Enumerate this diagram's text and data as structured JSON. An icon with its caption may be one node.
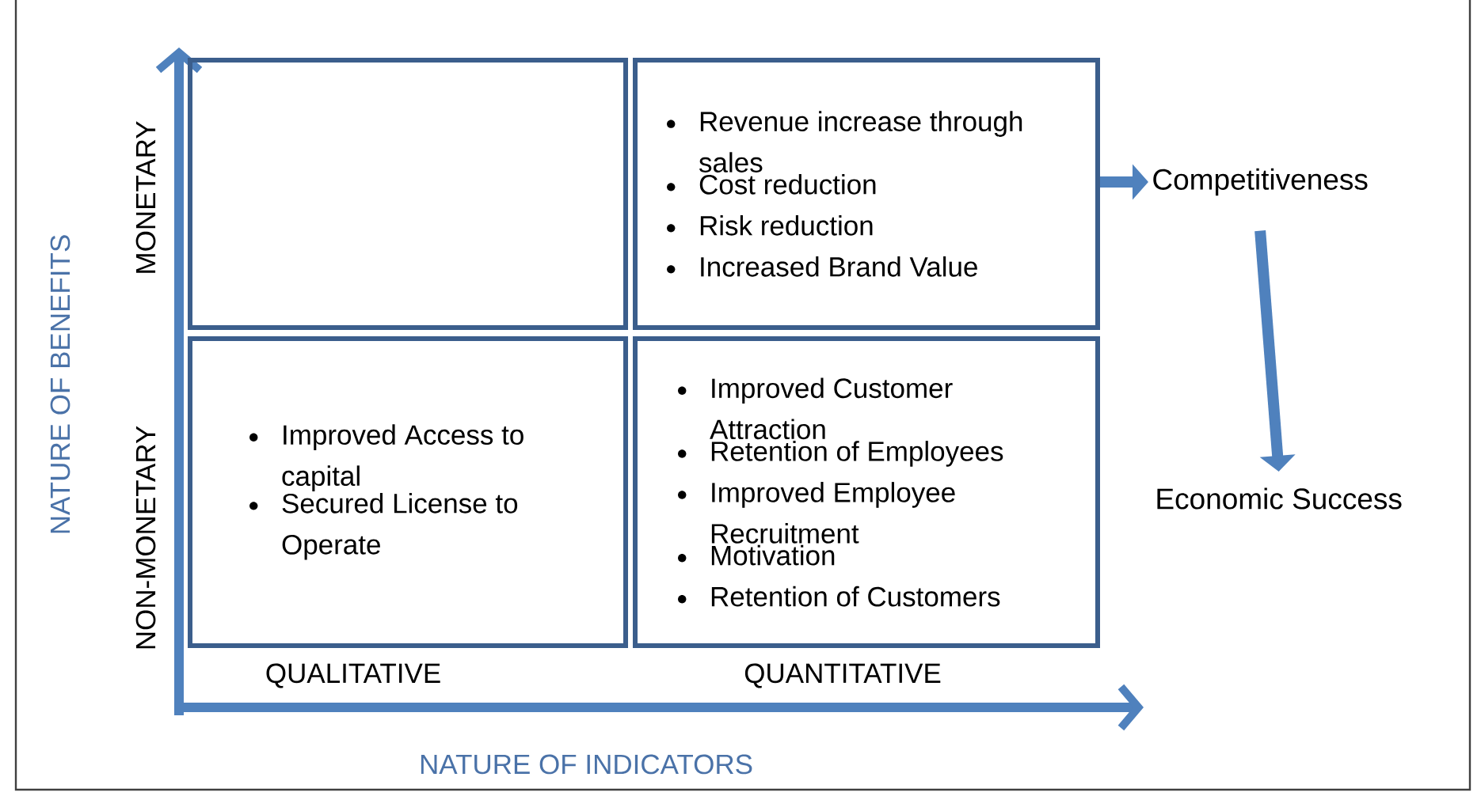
{
  "diagram": {
    "nodes": [
      {
        "text": [],
        "shape": "box"
      },
      {
        "text": [
          "Revenue increase through sales",
          "Cost reduction",
          "Risk reduction",
          "Increased Brand Value"
        ]
      },
      {
        "text": [
          "Improved Access to capital",
          "Secured License to Operate"
        ]
      },
      {
        "text": [
          "Improved Customer Attraction",
          "Retention of Employees",
          "Improved Employee Recruitment",
          "Motivation",
          "Retention of Customers"
        ]
      },
      {
        "text": [
          "Competitiveness"
        ]
      },
      {
        "text": [
          "Economic Success"
        ]
      }
    ],
    "edges": [
      {
        "from": 1,
        "to": 4,
        "arrow": "to"
      },
      {
        "from": 4,
        "to": 5,
        "arrow": "to"
      }
    ],
    "labels": [
      "MONETARY",
      "NON-MONETARY",
      "NATURE OF BENEFITS",
      "QUALITATIVE",
      "QUANTITATIVE",
      "NATURE OF INDICATORS"
    ]
  }
}
